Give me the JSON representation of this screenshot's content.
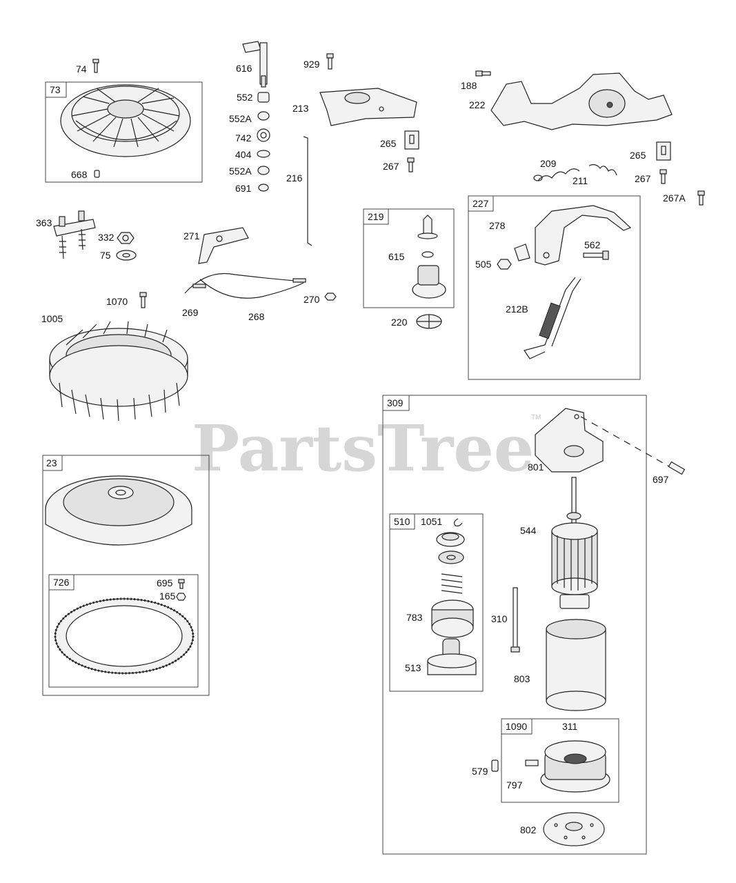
{
  "watermark": {
    "text": "PartsTree",
    "trademark": "TM"
  },
  "groups": [
    {
      "id": "g73",
      "label": "73"
    },
    {
      "id": "g219",
      "label": "219"
    },
    {
      "id": "g227",
      "label": "227"
    },
    {
      "id": "g309",
      "label": "309"
    },
    {
      "id": "g23",
      "label": "23"
    },
    {
      "id": "g726",
      "label": "726"
    },
    {
      "id": "g510",
      "label": "510"
    },
    {
      "id": "g1090",
      "label": "1090"
    }
  ],
  "parts": [
    "74",
    "668",
    "363",
    "332",
    "75",
    "1070",
    "1005",
    "616",
    "552",
    "552A",
    "742",
    "404",
    "552A",
    "691",
    "216",
    "271",
    "269",
    "268",
    "270",
    "929",
    "213",
    "265",
    "267",
    "219",
    "615",
    "220",
    "188",
    "222",
    "209",
    "211",
    "265",
    "267",
    "267A",
    "278",
    "505",
    "562",
    "212B",
    "309",
    "801",
    "697",
    "510",
    "1051",
    "544",
    "783",
    "310",
    "513",
    "803",
    "1090",
    "311",
    "579",
    "797",
    "802",
    "23",
    "726",
    "695",
    "165"
  ]
}
